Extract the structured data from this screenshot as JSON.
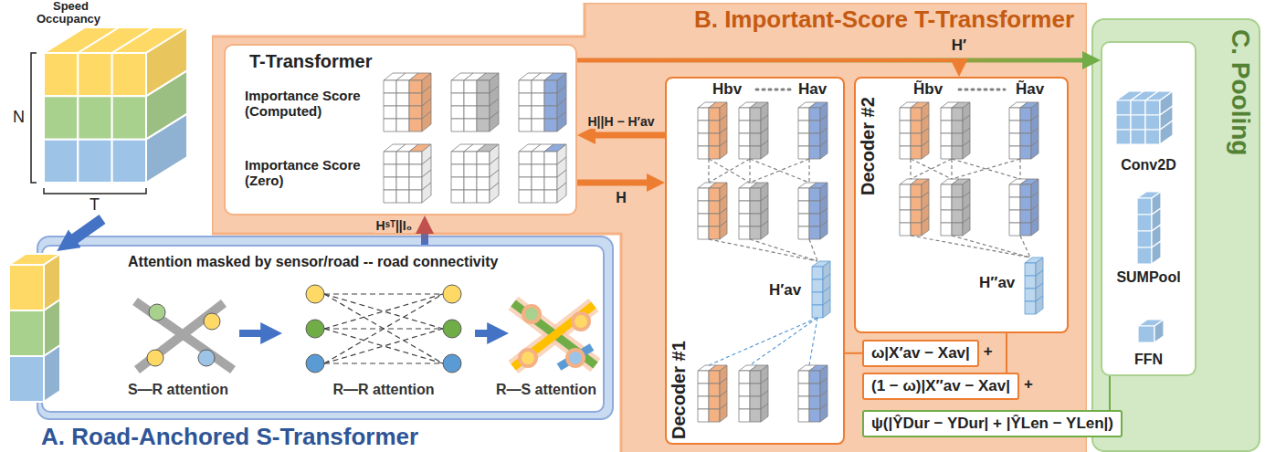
{
  "diagram": {
    "nodes": [
      {
        "text": [
          "A. Road-Anchored S-Transformer"
        ]
      },
      {
        "text": [
          "Attention masked by sensor/road -- road connectivity"
        ],
        "in": 0
      },
      {
        "text": [
          "B. Important-Score T-Transformer"
        ]
      },
      {
        "text": [
          "T-Transformer"
        ],
        "in": 2
      },
      {
        "text": [
          "Decoder #1"
        ],
        "in": 2
      },
      {
        "text": [
          "Decoder #2"
        ],
        "in": 2
      },
      {
        "text": [
          "ω|X′av − Xav|"
        ],
        "in": 2
      },
      {
        "text": [
          "(1 − ω)|X″av − Xav|"
        ],
        "in": 2
      },
      {
        "text": [
          "ψ(|ŶDur − YDur| + |ŶLen − YLen|)"
        ]
      },
      {
        "text": [
          "C. Pooling"
        ]
      },
      {
        "text": [
          "Conv2D",
          "SUMPool",
          "FFN"
        ],
        "in": 9
      }
    ],
    "edges": [
      {
        "from": 1,
        "to": 3,
        "arrow": "to",
        "label": "Hˢᵀ||I₀"
      },
      {
        "from": 3,
        "to": 4,
        "arrow": "to",
        "label": "H"
      },
      {
        "from": 4,
        "to": 3,
        "arrow": "to",
        "label": "H||H − H′av"
      },
      {
        "from": 3,
        "to": 10,
        "arrow": "to",
        "label": "H′"
      },
      {
        "from": 3,
        "to": 5,
        "arrow": "to"
      },
      {
        "from": 4,
        "to": 6,
        "arrow": "none"
      },
      {
        "from": 5,
        "to": 7,
        "arrow": "none"
      },
      {
        "from": 8,
        "to": 10,
        "arrow": "none"
      }
    ],
    "labels": [
      "Speed",
      "Occupancy",
      "N",
      "T",
      "S—R attention",
      "R—R attention",
      "R—S attention",
      "Importance Score (Computed)",
      "Importance Score (Zero)",
      "Hbv",
      "Hav",
      "H′av",
      "H̃bv",
      "H̃av",
      "H″av",
      "+",
      "+"
    ]
  }
}
